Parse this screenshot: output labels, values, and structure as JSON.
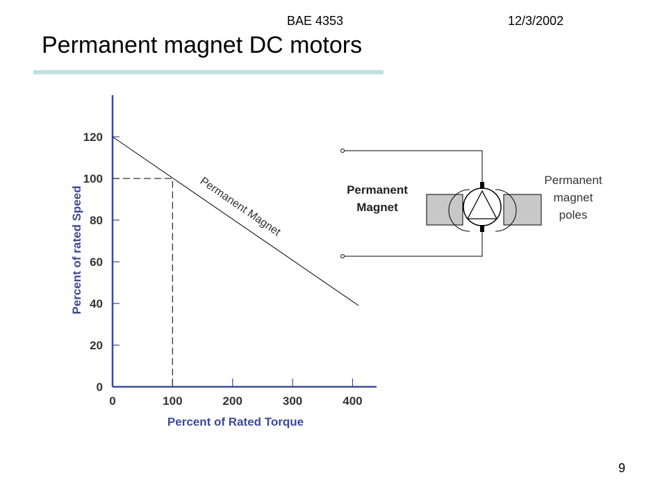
{
  "header": {
    "course": "BAE 4353",
    "date": "12/3/2002"
  },
  "slide": {
    "title": "Permanent magnet DC motors",
    "page_number": "9"
  },
  "chart_data": {
    "type": "line",
    "xlabel": "Percent of Rated Torque",
    "ylabel": "Percent of rated Speed",
    "x_ticks": [
      "0",
      "100",
      "200",
      "300",
      "400"
    ],
    "y_ticks": [
      "0",
      "20",
      "40",
      "60",
      "80",
      "100",
      "120"
    ],
    "xlim": [
      0,
      440
    ],
    "ylim": [
      0,
      140
    ],
    "series": [
      {
        "name": "Permanent Magnet",
        "x": [
          0,
          410
        ],
        "y": [
          120,
          39
        ]
      }
    ],
    "reference_point": {
      "x": 100,
      "y": 100
    }
  },
  "diagram": {
    "motor_label_line1": "Permanent",
    "motor_label_line2": "Magnet",
    "poles_label_line1": "Permanent",
    "poles_label_line2": "magnet",
    "poles_label_line3": "poles"
  },
  "colors": {
    "axis": "#3a4a9a",
    "rule": "#bfe0e0",
    "pole": "#c8c8c8"
  }
}
